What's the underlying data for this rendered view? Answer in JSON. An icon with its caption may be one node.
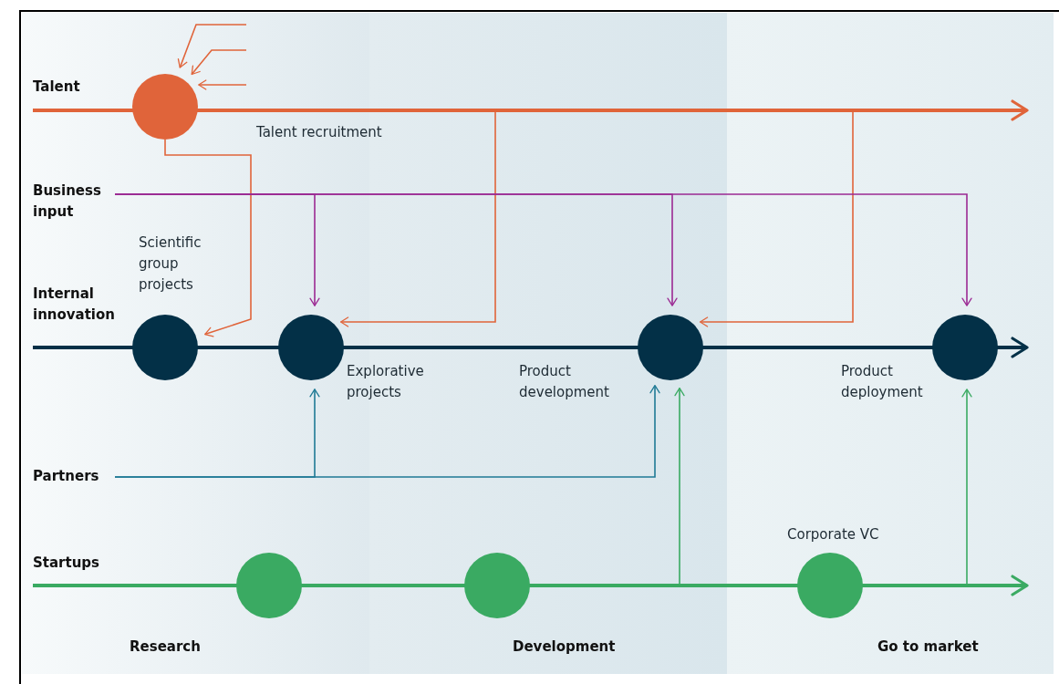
{
  "diagram": {
    "nodes": [
      {
        "text": [],
        "shape": "circle"
      },
      {
        "text": [],
        "shape": "circle",
        "beside": [
          "Scientific group projects"
        ]
      },
      {
        "text": [],
        "shape": "circle",
        "beside": [
          "Explorative projects"
        ]
      },
      {
        "text": [],
        "shape": "circle",
        "beside": [
          "Product development"
        ]
      },
      {
        "text": [],
        "shape": "circle",
        "beside": [
          "Product deployment"
        ]
      },
      {
        "text": [],
        "shape": "circle"
      },
      {
        "text": [],
        "shape": "circle"
      },
      {
        "text": [],
        "shape": "circle",
        "beside": [
          "Corporate VC"
        ]
      },
      {
        "text": [
          "Business input"
        ]
      },
      {
        "text": [
          "Partners"
        ]
      }
    ],
    "edges": [
      {
        "from": null,
        "to": 0,
        "arrow": "to",
        "color": "#e0643a"
      },
      {
        "from": null,
        "to": 0,
        "arrow": "to",
        "color": "#e0643a"
      },
      {
        "from": null,
        "to": 0,
        "arrow": "to",
        "color": "#e0643a"
      },
      {
        "from": 0,
        "to": 1,
        "arrow": "to",
        "color": "#e0643a"
      },
      {
        "from": 0,
        "to": 2,
        "arrow": "to",
        "color": "#e0643a"
      },
      {
        "from": 0,
        "to": 3,
        "arrow": "to",
        "color": "#e0643a"
      },
      {
        "from": 8,
        "to": 2,
        "arrow": "to",
        "color": "#9b2a93"
      },
      {
        "from": 8,
        "to": 3,
        "arrow": "to",
        "color": "#9b2a93"
      },
      {
        "from": 8,
        "to": 4,
        "arrow": "to",
        "color": "#9b2a93"
      },
      {
        "from": 9,
        "to": 2,
        "arrow": "to",
        "color": "#1f7a95"
      },
      {
        "from": 9,
        "to": 3,
        "arrow": "to",
        "color": "#1f7a95"
      },
      {
        "from": 6,
        "to": 3,
        "arrow": "to",
        "color": "#3aaa62"
      },
      {
        "from": 7,
        "to": 4,
        "arrow": "to",
        "color": "#3aaa62"
      }
    ],
    "labels": [
      "Talent",
      "Talent recruitment",
      "Internal innovation",
      "Startups",
      "Research",
      "Development",
      "Go to market"
    ]
  }
}
